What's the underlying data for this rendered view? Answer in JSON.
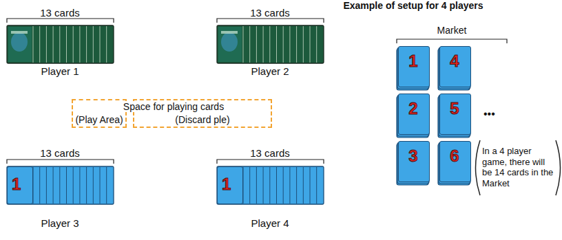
{
  "diagram": {
    "title": "Example of setup for 4 players",
    "nodes": [
      {
        "text": [
          "(Play Area)"
        ]
      },
      {
        "text": [
          "(Discard ple)"
        ]
      },
      {
        "text": [
          "1"
        ]
      },
      {
        "text": [
          "1"
        ]
      },
      {
        "text": [
          "1"
        ]
      },
      {
        "text": [
          "4"
        ]
      },
      {
        "text": [
          "2"
        ]
      },
      {
        "text": [
          "5"
        ]
      },
      {
        "text": [
          "3"
        ]
      },
      {
        "text": [
          "6"
        ]
      }
    ],
    "labels": [
      "13 cards",
      "13 cards",
      "Player 1",
      "Player 2",
      "Space for playing cards",
      "13 cards",
      "13 cards",
      "Player 3",
      "Player 4",
      "Market",
      "•••",
      "In a 4 player game, there will be 14 cards in the Market"
    ]
  }
}
